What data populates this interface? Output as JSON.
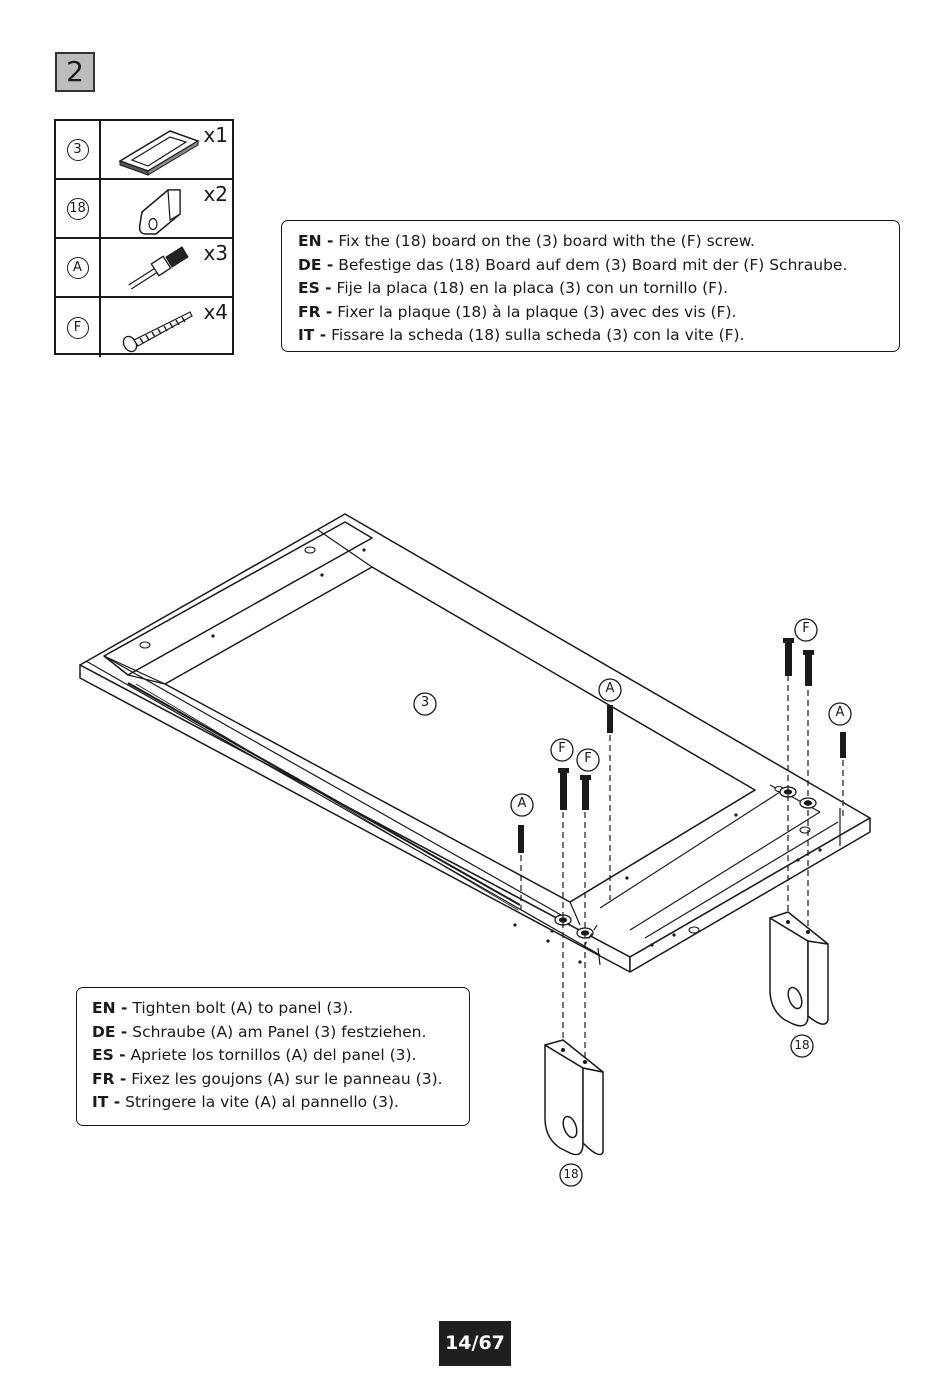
{
  "step": {
    "number": "2"
  },
  "parts": [
    {
      "ref": "3",
      "qty": "x1",
      "icon": "plate-icon"
    },
    {
      "ref": "18",
      "qty": "x2",
      "icon": "bracket-board-icon"
    },
    {
      "ref": "A",
      "qty": "x3",
      "icon": "bolt-icon"
    },
    {
      "ref": "F",
      "qty": "x4",
      "icon": "screw-icon"
    }
  ],
  "instructions_top": [
    {
      "lang": "EN -",
      "text": "Fix the (18) board on the (3) board with the (F) screw."
    },
    {
      "lang": "DE -",
      "text": "Befestige das (18) Board auf dem (3) Board mit der (F) Schraube."
    },
    {
      "lang": "ES  -",
      "text": "Fije la placa (18) en la placa (3) con un tornillo (F)."
    },
    {
      "lang": "FR -",
      "text": "Fixer la plaque (18) à la plaque (3) avec des vis (F)."
    },
    {
      "lang": "IT  -",
      "text": "Fissare la scheda (18) sulla scheda (3) con la vite (F)."
    }
  ],
  "instructions_bottom": [
    {
      "lang": "EN -",
      "text": "Tighten bolt (A) to panel (3)."
    },
    {
      "lang": "DE -",
      "text": "Schraube (A) am Panel (3) festziehen."
    },
    {
      "lang": "ES  -",
      "text": "Apriete los tornillos (A) del panel (3)."
    },
    {
      "lang": "FR -",
      "text": "Fixez les goujons (A) sur le panneau (3)."
    },
    {
      "lang": "IT  -",
      "text": "Stringere la vite (A) al pannello (3)."
    }
  ],
  "diagram_labels": {
    "panel": "3",
    "bolt_a1": "A",
    "bolt_a2": "A",
    "bolt_a3": "A",
    "screw_f1": "F",
    "screw_f2": "F",
    "screw_f3": "F",
    "bracket_left": "18",
    "bracket_right": "18"
  },
  "page": {
    "number": "14/67"
  }
}
